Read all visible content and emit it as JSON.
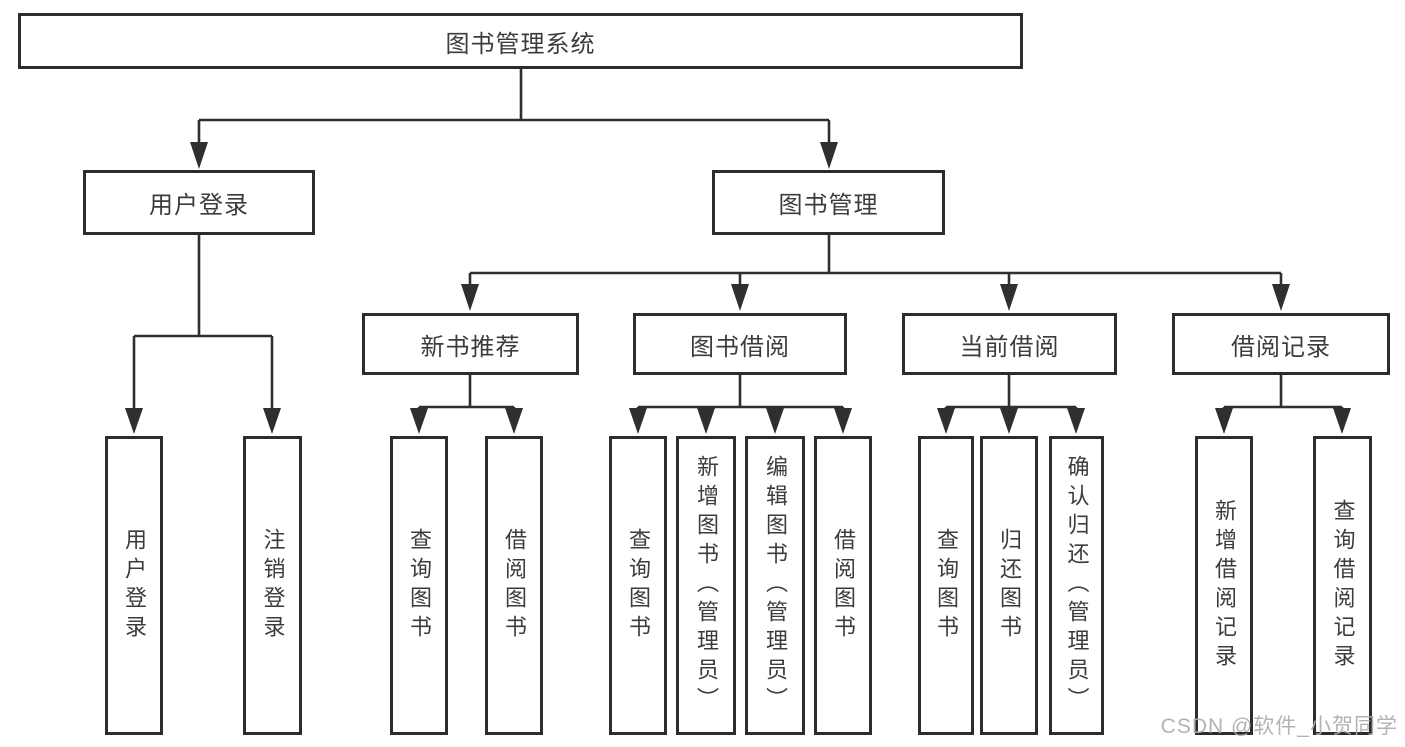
{
  "diagram": {
    "watermark": "CSDN @软件_小贺同学",
    "colors": {
      "line": "#2f2f2f",
      "box_border": "#2c2c2c",
      "text": "#3c3c3c",
      "watermark": "#acacac",
      "background": "#ffffff"
    },
    "nodes": {
      "root": "图书管理系统",
      "level2": {
        "user_login": "用户登录",
        "book_management": "图书管理"
      },
      "level3": {
        "new_book_recommend": "新书推荐",
        "book_borrow": "图书借阅",
        "current_borrow": "当前借阅",
        "borrow_records": "借阅记录"
      },
      "leaves": {
        "user_login": [
          "用户登录",
          "注销登录"
        ],
        "new_book_recommend": [
          "查询图书",
          "借阅图书"
        ],
        "book_borrow": [
          "查询图书",
          "新增图书（管理员）",
          "编辑图书（管理员）",
          "借阅图书"
        ],
        "current_borrow": [
          "查询图书",
          "归还图书",
          "确认归还（管理员）"
        ],
        "borrow_records": [
          "新增借阅记录",
          "查询借阅记录"
        ]
      }
    }
  }
}
